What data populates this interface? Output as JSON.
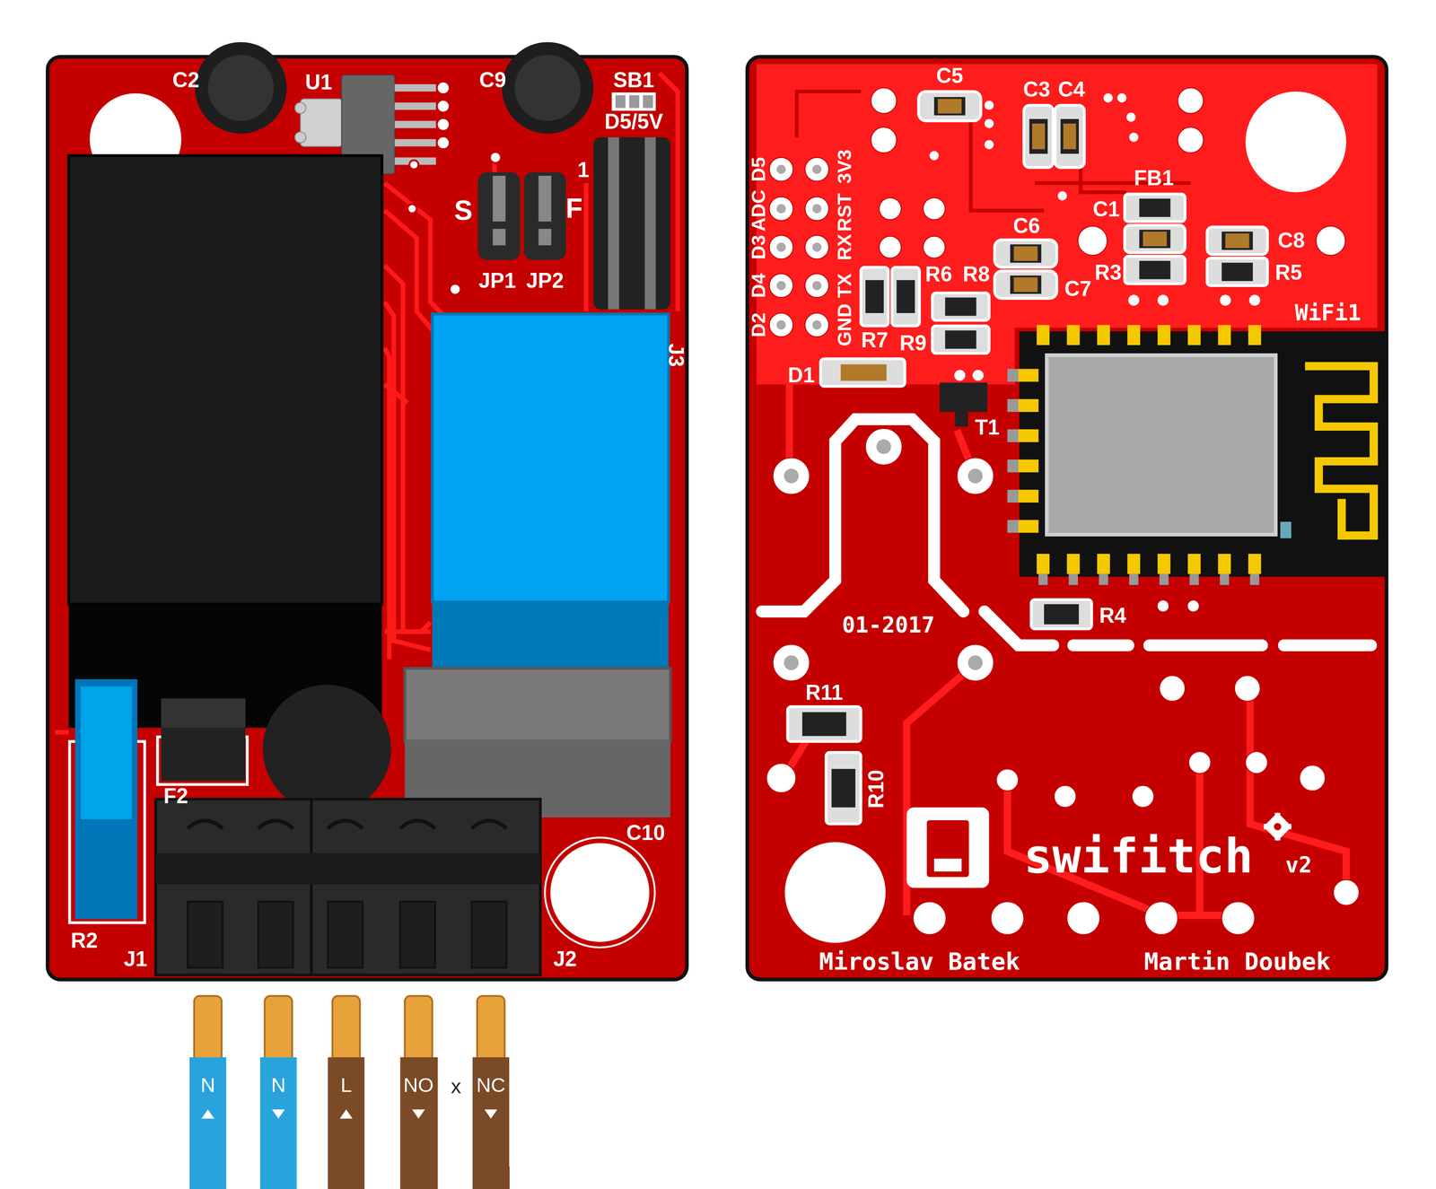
{
  "diagram": {
    "nodes": [
      {
        "text": [
          "N"
        ]
      },
      {
        "text": [
          "N"
        ]
      },
      {
        "text": [
          "L"
        ]
      },
      {
        "text": [
          "NO"
        ]
      },
      {
        "text": [
          "NC"
        ]
      }
    ],
    "labels": [
      "C2",
      "U1",
      "C9",
      "SB1",
      "D5/5V",
      "1",
      "S",
      "F",
      "JP1",
      "JP2",
      "J3",
      "F2",
      "R2",
      "J1",
      "C10",
      "J2",
      "C5",
      "C3",
      "C4",
      "D5",
      "ADC",
      "D3",
      "D4",
      "D2",
      "3V3",
      "RST",
      "RX",
      "TX",
      "GND",
      "FB1",
      "C1",
      "C6",
      "R6",
      "R8",
      "C7",
      "R3",
      "C8",
      "R5",
      "WiFi1",
      "R7",
      "R9",
      "D1",
      "T1",
      "R4",
      "01-2017",
      "R11",
      "R10",
      "swifitch",
      "v2",
      "Miroslav Batek",
      "Martin Doubek",
      "x"
    ]
  }
}
